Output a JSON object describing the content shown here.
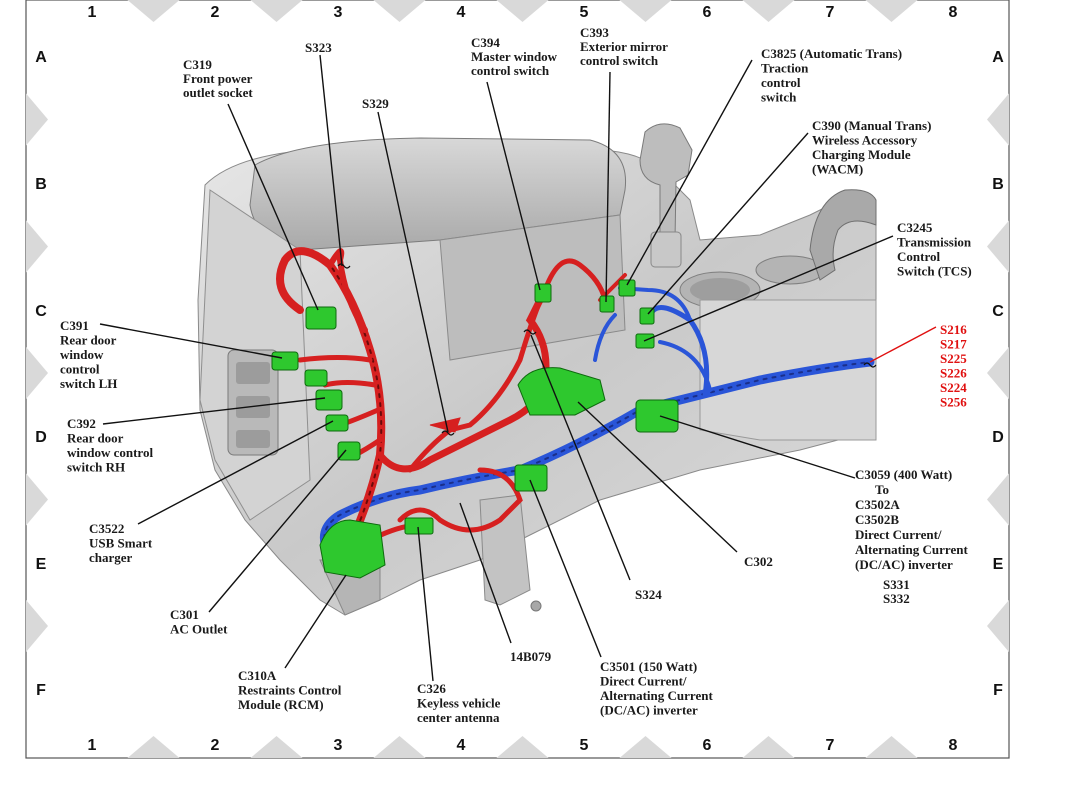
{
  "grid": {
    "columns": [
      "1",
      "2",
      "3",
      "4",
      "5",
      "6",
      "7",
      "8"
    ],
    "rows": [
      "A",
      "B",
      "C",
      "D",
      "E",
      "F"
    ]
  },
  "labels": [
    {
      "id": "c319",
      "lines": [
        "C319",
        "Front power",
        "outlet socket"
      ]
    },
    {
      "id": "s323",
      "lines": [
        "S323"
      ]
    },
    {
      "id": "s329",
      "lines": [
        "S329"
      ]
    },
    {
      "id": "c394",
      "lines": [
        "C394",
        "Master window",
        "control switch"
      ]
    },
    {
      "id": "c393",
      "lines": [
        "C393",
        "Exterior mirror",
        "control switch"
      ]
    },
    {
      "id": "c3825",
      "lines": [
        "C3825  (Automatic Trans)",
        "Traction",
        "control",
        "switch"
      ]
    },
    {
      "id": "c390",
      "lines": [
        "C390  (Manual Trans)",
        "Wireless Accessory",
        "Charging Module",
        "(WACM)"
      ]
    },
    {
      "id": "c3245",
      "lines": [
        "C3245",
        "Transmission",
        "Control",
        "Switch (TCS)"
      ]
    },
    {
      "id": "c391",
      "lines": [
        "C391",
        "Rear door",
        "window",
        "control",
        "switch LH"
      ]
    },
    {
      "id": "c392",
      "lines": [
        "C392",
        "Rear door",
        "window control",
        "switch RH"
      ]
    },
    {
      "id": "c3522",
      "lines": [
        "C3522",
        "USB Smart",
        "charger"
      ]
    },
    {
      "id": "c301",
      "lines": [
        "C301",
        "AC Outlet"
      ]
    },
    {
      "id": "c310a",
      "lines": [
        "C310A",
        "Restraints Control",
        "Module (RCM)"
      ]
    },
    {
      "id": "c326",
      "lines": [
        "C326",
        "Keyless vehicle",
        "center antenna"
      ]
    },
    {
      "id": "w14b079",
      "lines": [
        "14B079"
      ]
    },
    {
      "id": "c3501",
      "lines": [
        "C3501  (150 Watt)",
        "Direct Current/",
        "Alternating Current",
        "(DC/AC) inverter"
      ]
    },
    {
      "id": "s324",
      "lines": [
        "S324"
      ]
    },
    {
      "id": "c302",
      "lines": [
        "C302"
      ]
    },
    {
      "id": "c3059",
      "lines": [
        "C3059  (400 Watt)",
        "To",
        "C3502A",
        "C3502B",
        "Direct Current/",
        "Alternating Current",
        "(DC/AC) inverter"
      ]
    },
    {
      "id": "s331",
      "lines": [
        "S331",
        "S332"
      ]
    },
    {
      "id": "splices_red",
      "lines": [
        "S216",
        "S217",
        "S225",
        "S226",
        "S224",
        "S256"
      ]
    }
  ],
  "colors": {
    "harness_red": "#d62020",
    "harness_blue": "#2a55d8",
    "connector_green": "#2ec82e",
    "console_gray": "#cfcfcf",
    "splice_label_red": "#e01010"
  }
}
